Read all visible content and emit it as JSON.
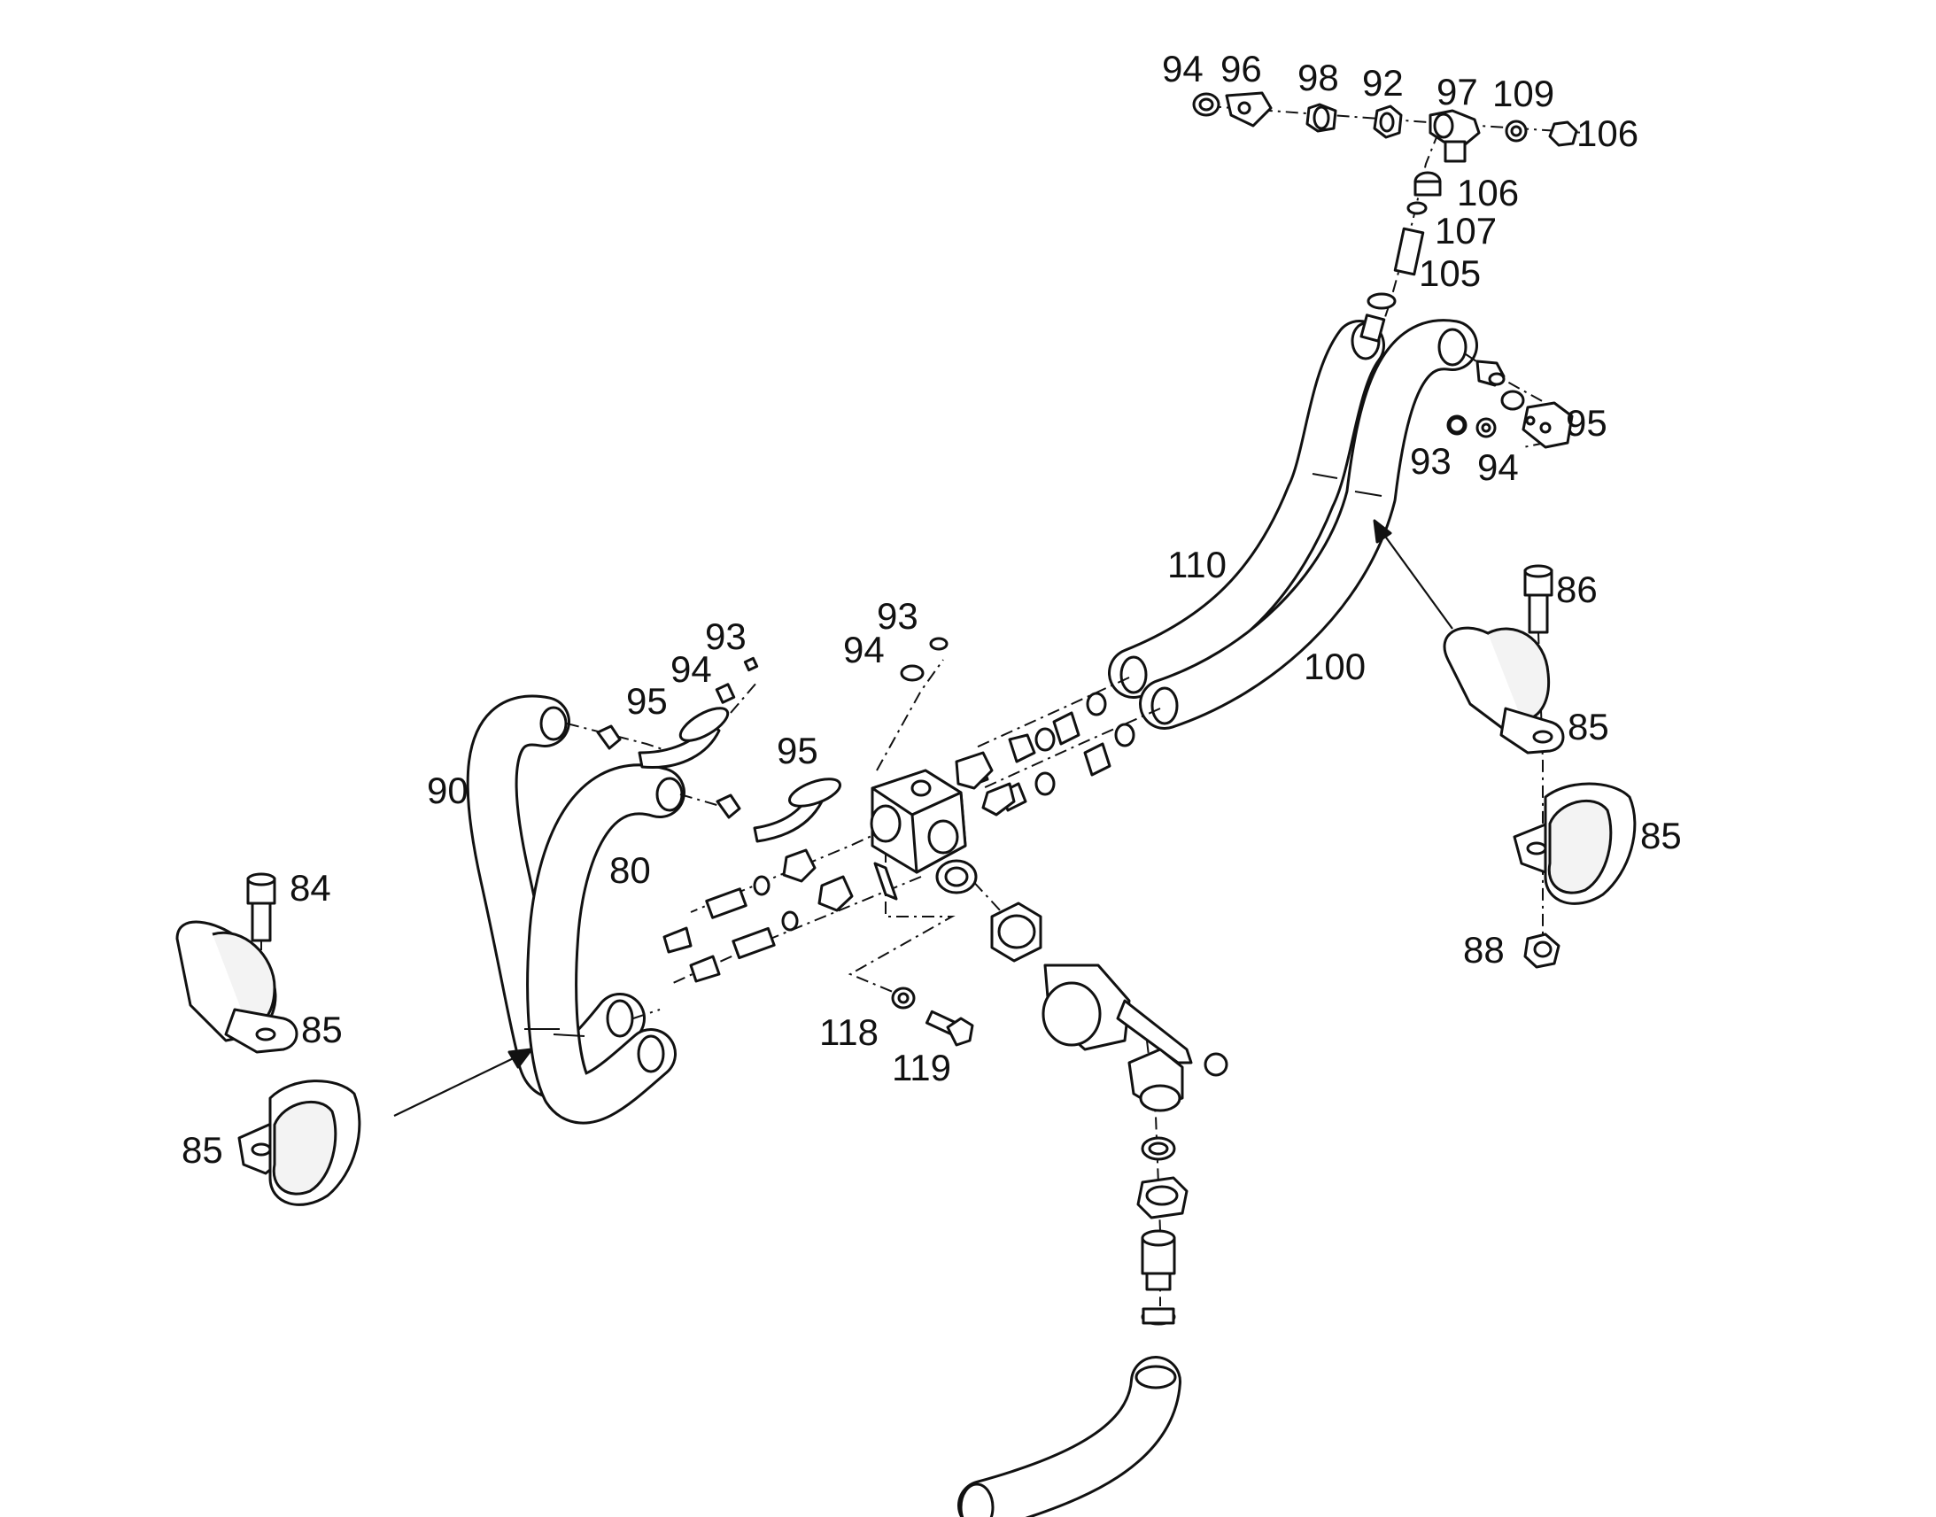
{
  "diagram": {
    "callouts": [
      {
        "id": "c-94-top",
        "text": "94"
      },
      {
        "id": "c-96-top",
        "text": "96"
      },
      {
        "id": "c-98-top",
        "text": "98"
      },
      {
        "id": "c-92-top",
        "text": "92"
      },
      {
        "id": "c-97-top",
        "text": "97"
      },
      {
        "id": "c-109-top",
        "text": "109"
      },
      {
        "id": "c-106-top",
        "text": "106"
      },
      {
        "id": "c-106-mid",
        "text": "106"
      },
      {
        "id": "c-107",
        "text": "107"
      },
      {
        "id": "c-105",
        "text": "105"
      },
      {
        "id": "c-95-right",
        "text": "95"
      },
      {
        "id": "c-93-right",
        "text": "93"
      },
      {
        "id": "c-94-right",
        "text": "94"
      },
      {
        "id": "c-110",
        "text": "110"
      },
      {
        "id": "c-100",
        "text": "100"
      },
      {
        "id": "c-86",
        "text": "86"
      },
      {
        "id": "c-85-right-a",
        "text": "85"
      },
      {
        "id": "c-85-right-b",
        "text": "85"
      },
      {
        "id": "c-88",
        "text": "88"
      },
      {
        "id": "c-93-mid-a",
        "text": "93"
      },
      {
        "id": "c-94-mid-a",
        "text": "94"
      },
      {
        "id": "c-95-mid-a",
        "text": "95"
      },
      {
        "id": "c-93-mid-b",
        "text": "93"
      },
      {
        "id": "c-94-mid-b",
        "text": "94"
      },
      {
        "id": "c-95-mid-b",
        "text": "95"
      },
      {
        "id": "c-90",
        "text": "90"
      },
      {
        "id": "c-80",
        "text": "80"
      },
      {
        "id": "c-84",
        "text": "84"
      },
      {
        "id": "c-85-left-a",
        "text": "85"
      },
      {
        "id": "c-85-left-b",
        "text": "85"
      },
      {
        "id": "c-118",
        "text": "118"
      },
      {
        "id": "c-119",
        "text": "119"
      }
    ]
  }
}
